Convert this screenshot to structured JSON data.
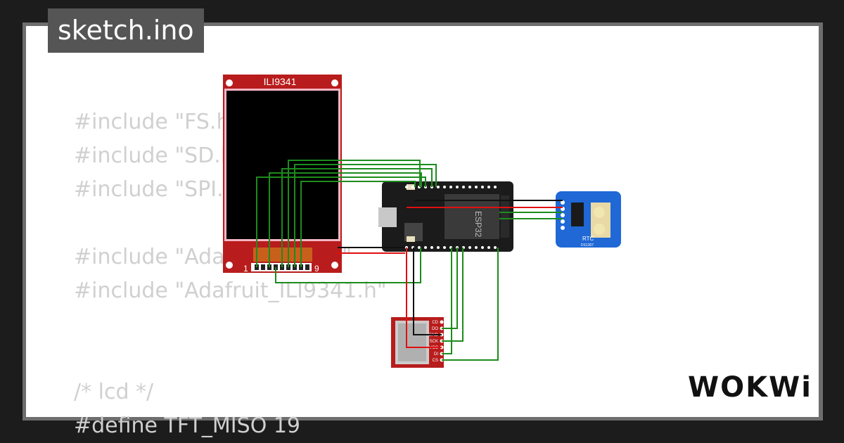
{
  "file_tab": {
    "label": "sketch.ino"
  },
  "code_lines": [
    "#include \"FS.h\"",
    "#include \"SD.h\"",
    "#include \"SPI.h\"",
    "",
    "#include \"Adafruit_GFX.h\"",
    "#include \"Adafruit_ILI9341.h\"",
    "",
    "",
    "/* lcd */",
    "#define TFT_MISO 19"
  ],
  "display": {
    "label": "ILI9341",
    "pin_first": "1",
    "pin_last": "9"
  },
  "mcu": {
    "label": "ESP32"
  },
  "rtc": {
    "label": "RTC",
    "part": "DS1307"
  },
  "sd_card": {
    "pins": [
      "CD",
      "DO",
      "GND",
      "SCK",
      "VCC",
      "DI",
      "CS"
    ]
  },
  "brand": {
    "logo": "WOKWi"
  },
  "colors": {
    "wire_green": "#1c8c1c",
    "wire_red": "#e01010",
    "wire_black": "#111111",
    "pcb_red": "#b81c1c",
    "pcb_blue": "#1f68d6",
    "pcb_black": "#1b1b1b"
  }
}
